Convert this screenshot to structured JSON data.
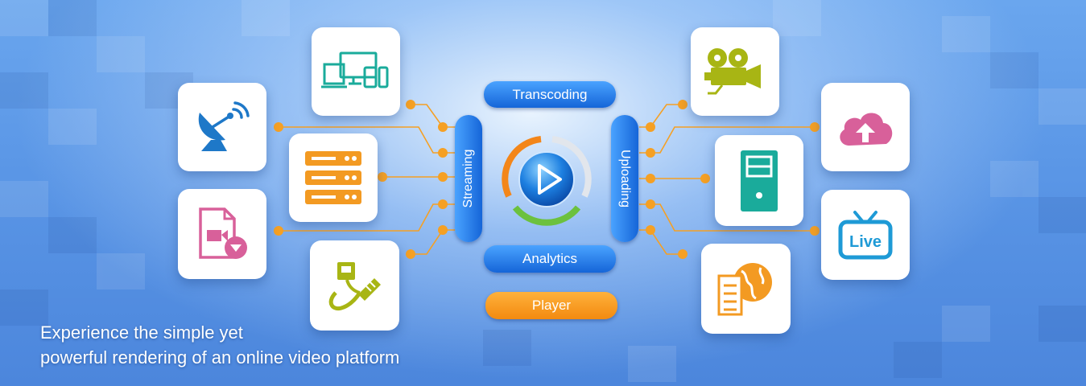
{
  "diagram": {
    "center": {
      "icon": "play-icon"
    },
    "labels": {
      "top": "Transcoding",
      "bottom": "Analytics",
      "left": "Streaming",
      "right": "Uploading",
      "extra": "Player"
    },
    "left_icons": [
      "satellite-dish-icon",
      "devices-icon",
      "server-rack-icon",
      "video-file-icon",
      "network-cable-icon"
    ],
    "right_icons": [
      "movie-camera-icon",
      "cloud-upload-icon",
      "computer-tower-icon",
      "live-tv-icon",
      "web-server-icon"
    ]
  },
  "tagline": {
    "line1": "Experience the simple yet",
    "line2": "powerful rendering of an online video platform"
  },
  "colors": {
    "accent_orange": "#f5a024",
    "pill_blue": "#1e74e6",
    "teal": "#1aab9b",
    "pink": "#d8609a",
    "olive": "#a8b514"
  }
}
